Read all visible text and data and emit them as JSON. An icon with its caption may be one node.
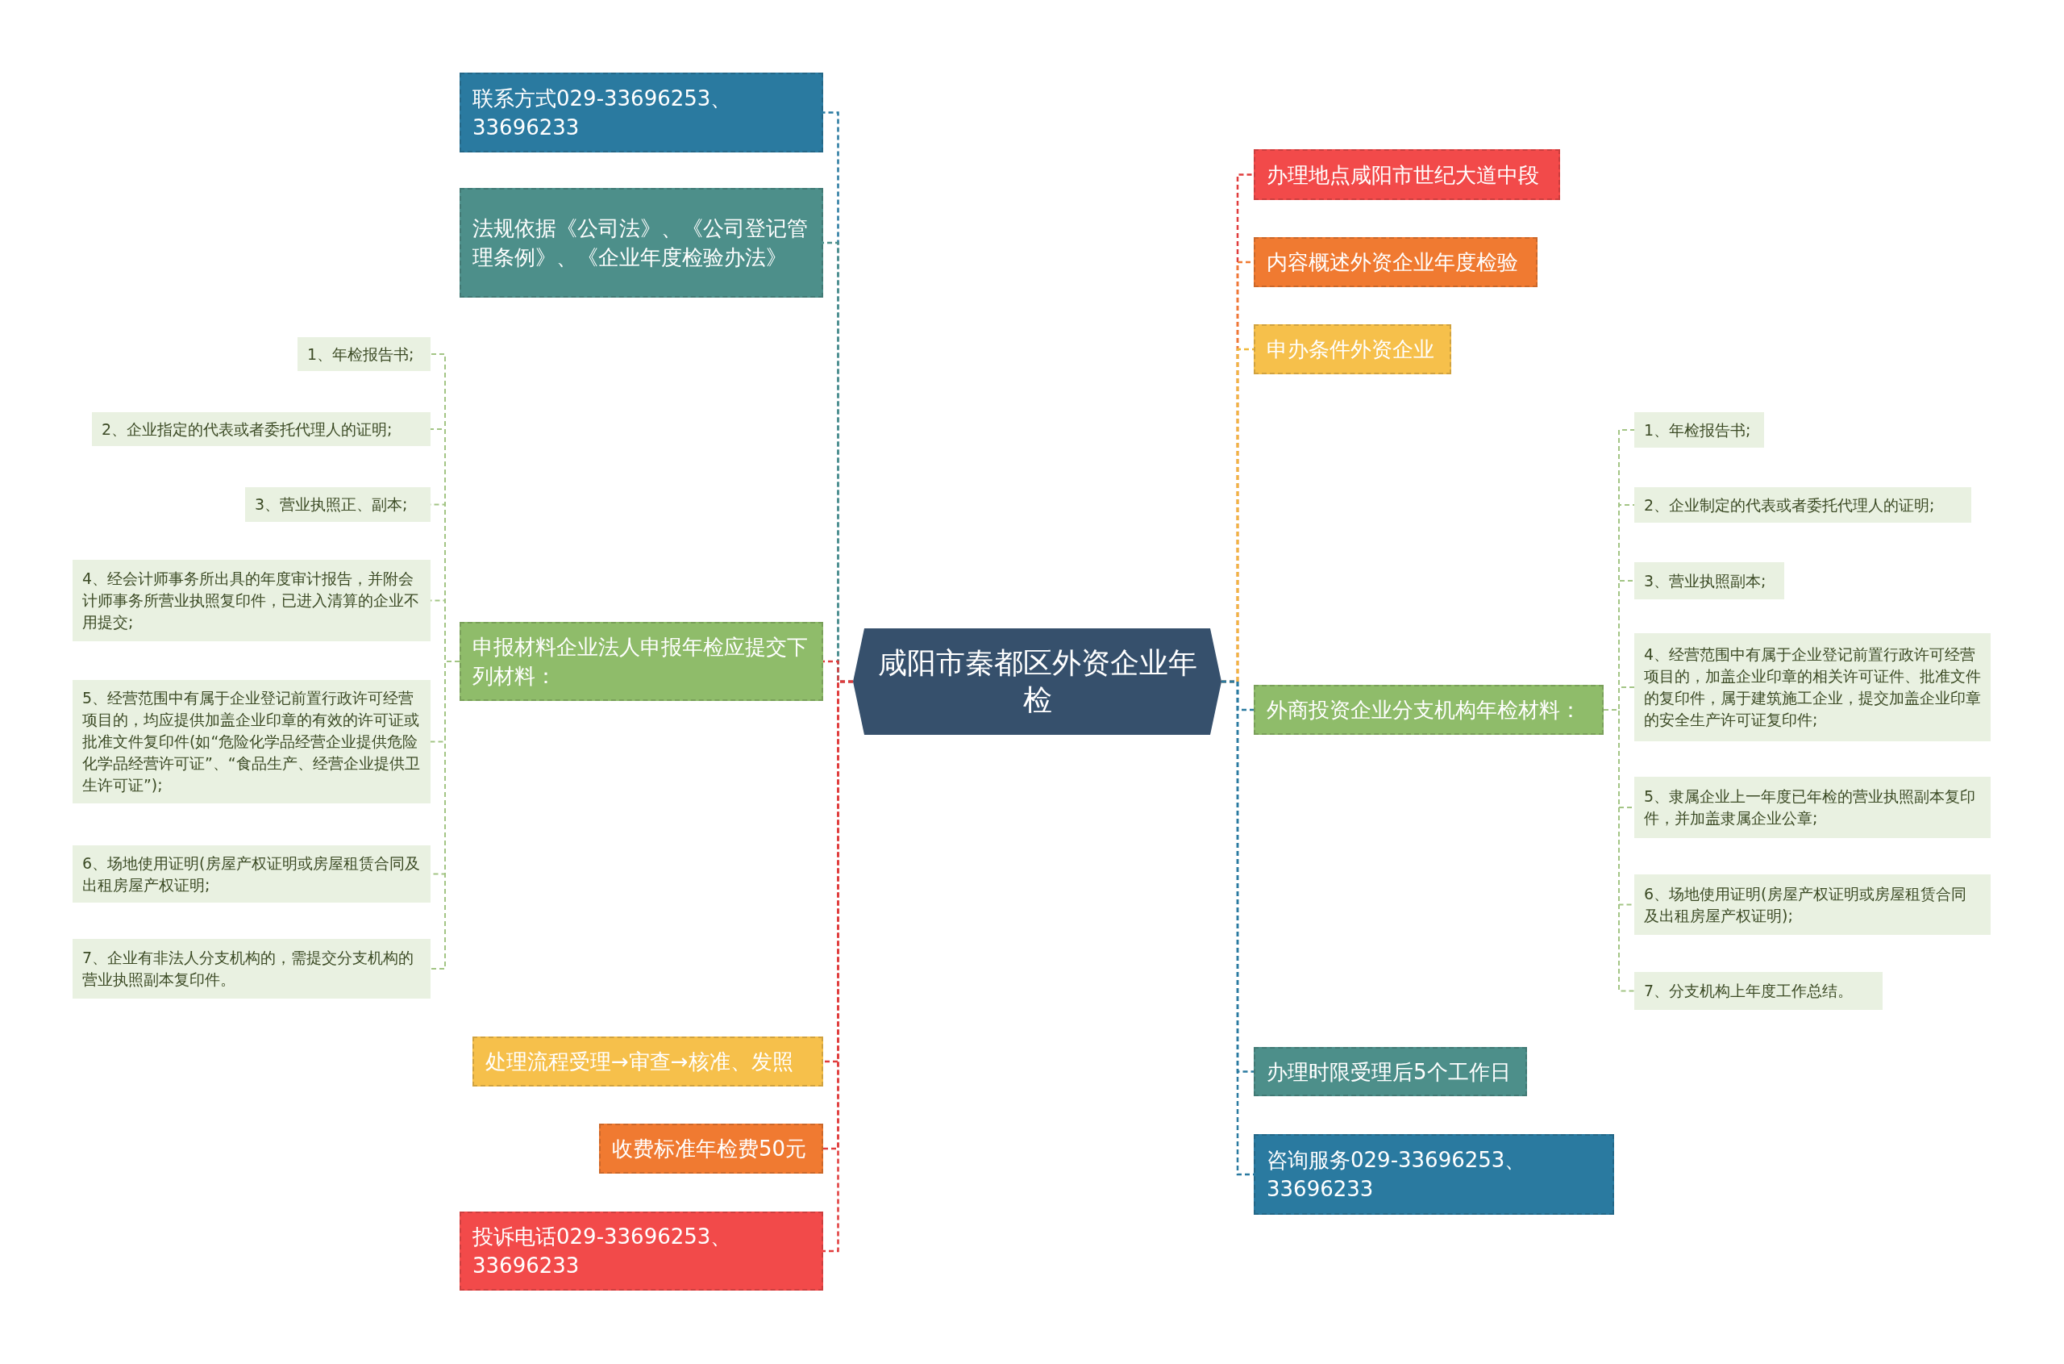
{
  "diagram": {
    "nodes": [
      {
        "text": [
          "咸阳市秦都区外资企业年检"
        ]
      },
      {
        "text": [
          "联系方式029-33696253、33696233"
        ]
      },
      {
        "text": [
          "法规依据《公司法》、《公司登记管理条例》、《企业年度检验办法》"
        ]
      },
      {
        "text": [
          "申报材料企业法人申报年检应提交下列材料："
        ]
      },
      {
        "text": [
          "1、年检报告书;"
        ]
      },
      {
        "text": [
          "2、企业指定的代表或者委托代理人的证明;"
        ]
      },
      {
        "text": [
          "3、营业执照正、副本;"
        ]
      },
      {
        "text": [
          "4、经会计师事务所出具的年度审计报告，并附会计师事务所营业执照复印件，已进入清算的企业不用提交;"
        ]
      },
      {
        "text": [
          "5、经营范围中有属于企业登记前置行政许可经营项目的，均应提供加盖企业印章的有效的许可证或批准文件复印件(如“危险化学品经营企业提供危险化学品经营许可证”、“食品生产、经营企业提供卫生许可证”);"
        ]
      },
      {
        "text": [
          "6、场地使用证明(房屋产权证明或房屋租赁合同及出租房屋产权证明;"
        ]
      },
      {
        "text": [
          "7、企业有非法人分支机构的，需提交分支机构的营业执照副本复印件。"
        ]
      },
      {
        "text": [
          "处理流程受理→审查→核准、发照"
        ]
      },
      {
        "text": [
          "收费标准年检费50元"
        ]
      },
      {
        "text": [
          "投诉电话029-33696253、33696233"
        ]
      },
      {
        "text": [
          "办理地点咸阳市世纪大道中段"
        ]
      },
      {
        "text": [
          "内容概述外资企业年度检验"
        ]
      },
      {
        "text": [
          "申办条件外资企业"
        ]
      },
      {
        "text": [
          "外商投资企业分支机构年检材料："
        ]
      },
      {
        "text": [
          "1、年检报告书;"
        ]
      },
      {
        "text": [
          "2、企业制定的代表或者委托代理人的证明;"
        ]
      },
      {
        "text": [
          "3、营业执照副本;"
        ]
      },
      {
        "text": [
          "4、经营范围中有属于企业登记前置行政许可经营项目的，加盖企业印章的相关许可证件、批准文件的复印件，属于建筑施工企业，提交加盖企业印章的安全生产许可证复印件;"
        ]
      },
      {
        "text": [
          "5、隶属企业上一年度已年检的营业执照副本复印件，并加盖隶属企业公章;"
        ]
      },
      {
        "text": [
          "6、场地使用证明(房屋产权证明或房屋租赁合同及出租房屋产权证明);"
        ]
      },
      {
        "text": [
          "7、分支机构上年度工作总结。"
        ]
      },
      {
        "text": [
          "办理时限受理后5个工作日"
        ]
      },
      {
        "text": [
          "咨询服务029-33696253、33696233"
        ]
      }
    ],
    "edges": [
      {
        "from": 0,
        "to": 1,
        "arrow": "none",
        "color": "#2a7aa0"
      },
      {
        "from": 0,
        "to": 2,
        "arrow": "none",
        "color": "#4d8f8a"
      },
      {
        "from": 0,
        "to": 3,
        "arrow": "none",
        "color": "#e03c3c"
      },
      {
        "from": 3,
        "to": 4,
        "arrow": "none"
      },
      {
        "from": 3,
        "to": 5,
        "arrow": "none"
      },
      {
        "from": 3,
        "to": 6,
        "arrow": "none"
      },
      {
        "from": 3,
        "to": 7,
        "arrow": "none"
      },
      {
        "from": 3,
        "to": 8,
        "arrow": "none"
      },
      {
        "from": 3,
        "to": 9,
        "arrow": "none"
      },
      {
        "from": 3,
        "to": 10,
        "arrow": "none"
      },
      {
        "from": 0,
        "to": 11,
        "arrow": "none",
        "color": "#e03c3c"
      },
      {
        "from": 0,
        "to": 12,
        "arrow": "none",
        "color": "#e03c3c"
      },
      {
        "from": 0,
        "to": 13,
        "arrow": "none",
        "color": "#e03c3c"
      },
      {
        "from": 0,
        "to": 14,
        "arrow": "none",
        "color": "#e03c3c"
      },
      {
        "from": 0,
        "to": 15,
        "arrow": "none",
        "color": "#f07a31"
      },
      {
        "from": 0,
        "to": 16,
        "arrow": "none",
        "color": "#f0b93a"
      },
      {
        "from": 0,
        "to": 17,
        "arrow": "none",
        "color": "#2a7aa0"
      },
      {
        "from": 17,
        "to": 18,
        "arrow": "none"
      },
      {
        "from": 17,
        "to": 19,
        "arrow": "none"
      },
      {
        "from": 17,
        "to": 20,
        "arrow": "none"
      },
      {
        "from": 17,
        "to": 21,
        "arrow": "none"
      },
      {
        "from": 17,
        "to": 22,
        "arrow": "none"
      },
      {
        "from": 17,
        "to": 23,
        "arrow": "none"
      },
      {
        "from": 17,
        "to": 24,
        "arrow": "none"
      },
      {
        "from": 0,
        "to": 25,
        "arrow": "none",
        "color": "#2a7aa0"
      },
      {
        "from": 0,
        "to": 26,
        "arrow": "none",
        "color": "#2a7aa0"
      }
    ]
  }
}
